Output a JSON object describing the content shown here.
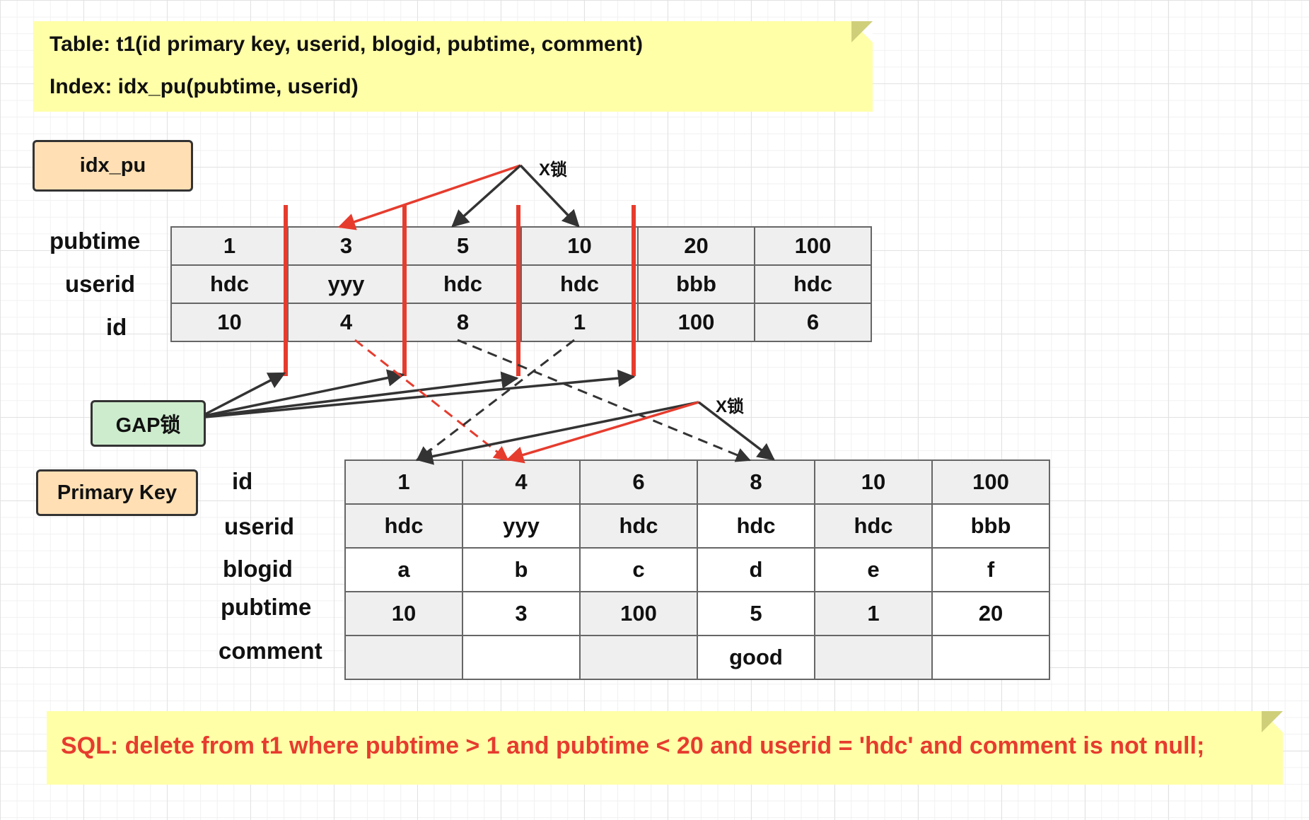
{
  "schema_note": {
    "table_line": "Table: t1(id primary key,  userid,  blogid,  pubtime,  comment)",
    "index_line": "Index: idx_pu(pubtime, userid)"
  },
  "labels": {
    "idx_pu": "idx_pu",
    "gap_lock": "GAP锁",
    "primary_key": "Primary Key",
    "x_lock_top": "X锁",
    "x_lock_bottom": "X锁"
  },
  "index_table": {
    "row_labels": [
      "pubtime",
      "userid",
      "id"
    ],
    "rows": [
      [
        "1",
        "3",
        "5",
        "10",
        "20",
        "100"
      ],
      [
        "hdc",
        "yyy",
        "hdc",
        "hdc",
        "bbb",
        "hdc"
      ],
      [
        "10",
        "4",
        "8",
        "1",
        "100",
        "6"
      ]
    ]
  },
  "pk_table": {
    "row_labels": [
      "id",
      "userid",
      "blogid",
      "pubtime",
      "comment"
    ],
    "rows": [
      [
        "1",
        "4",
        "6",
        "8",
        "10",
        "100"
      ],
      [
        "hdc",
        "yyy",
        "hdc",
        "hdc",
        "hdc",
        "bbb"
      ],
      [
        "a",
        "b",
        "c",
        "d",
        "e",
        "f"
      ],
      [
        "10",
        "3",
        "100",
        "5",
        "1",
        "20"
      ],
      [
        "",
        "",
        "",
        "good",
        "",
        ""
      ]
    ]
  },
  "sql_note": {
    "text": "SQL: delete from t1 where pubtime > 1 and pubtime < 20 and userid = 'hdc' and comment is not null;"
  },
  "colors": {
    "note_bg": "#ffffa8",
    "lock_red": "#e63c2e",
    "arrow_dark": "#333333",
    "idx_box": "#ffdfb3",
    "gap_box": "#cdeccd"
  }
}
